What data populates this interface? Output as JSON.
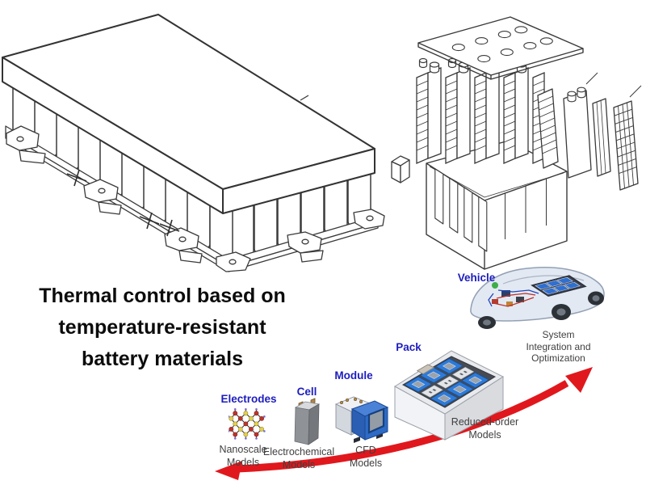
{
  "caption": {
    "lines": [
      "Thermal control based on",
      "temperature-resistant",
      "battery materials"
    ]
  },
  "multiscale": {
    "stages": [
      {
        "label": "Electrodes",
        "model_lines": [
          "Nanoscale",
          "Models"
        ],
        "icon": "electrode-lattice-icon"
      },
      {
        "label": "Cell",
        "model_lines": [
          "Electrochemical",
          "Models"
        ],
        "icon": "prismatic-cell-icon"
      },
      {
        "label": "Module",
        "model_lines": [
          "CFD",
          "Models"
        ],
        "icon": "battery-module-icon"
      },
      {
        "label": "Pack",
        "model_lines": [
          "Reduced-order",
          "Models"
        ],
        "icon": "battery-pack-icon"
      },
      {
        "label": "Vehicle",
        "model_lines": [
          "System",
          "Integration and",
          "Optimization"
        ],
        "icon": "vehicle-icon"
      }
    ],
    "arrow": {
      "shape": "curved double-headed arrow, bottom-left to top-right",
      "color": "#e0181d"
    }
  },
  "icons": [
    "cylindrical-battery-pack-drawing-icon",
    "exploded-battery-module-drawing-icon",
    "electrode-lattice-icon",
    "prismatic-cell-icon",
    "battery-module-icon",
    "battery-pack-icon",
    "vehicle-icon",
    "scale-arrow-icon"
  ],
  "colors": {
    "stage_label_blue": "#1d1dbe",
    "model_text_gray": "#3f3f3f",
    "arrow_red": "#e0181d",
    "caption_black": "#0c0c0c",
    "line_art_gray": "#3a3a3a",
    "module_blue": "#2e6bc6",
    "pack_blue": "#2d7ad8",
    "cell_gray": "#8f9296",
    "terminal_bronze": "#b1854a"
  }
}
